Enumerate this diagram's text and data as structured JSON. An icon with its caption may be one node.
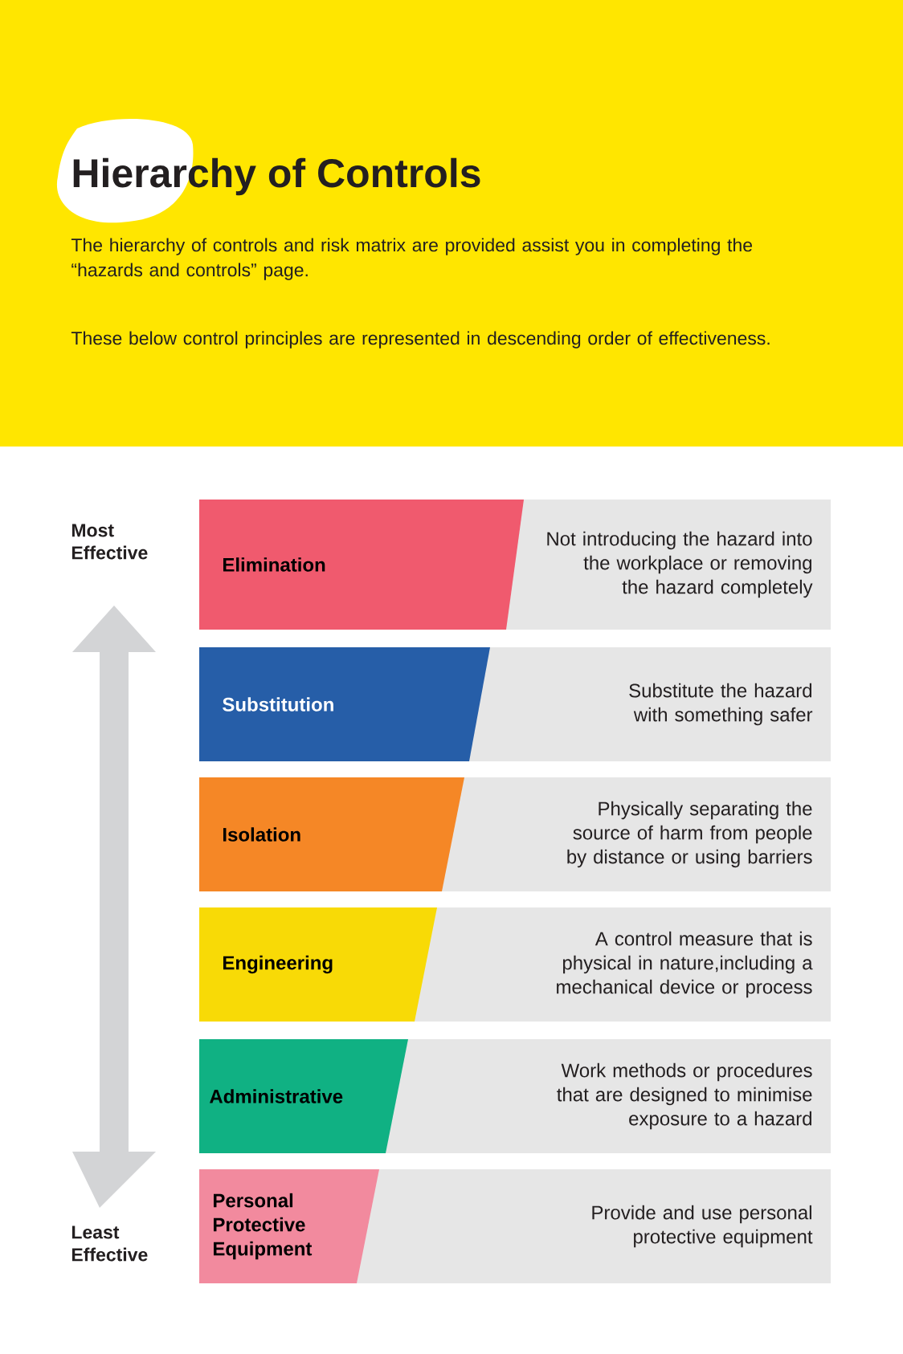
{
  "diagram": {
    "title": "Hierarchy of Controls",
    "nodes": [
      {
        "text": [
          "Elimination"
        ]
      },
      {
        "text": [
          "Not introducing the hazard into the workplace or removing the hazard completely"
        ]
      },
      {
        "text": [
          "Substitution"
        ]
      },
      {
        "text": [
          "Substitute the hazard with something safer"
        ]
      },
      {
        "text": [
          "Isolation"
        ]
      },
      {
        "text": [
          "Physically separating the source of harm from people by distance or using barriers"
        ]
      },
      {
        "text": [
          "Engineering"
        ]
      },
      {
        "text": [
          "A control measure that is physical in nature,including a mechanical device or process"
        ]
      },
      {
        "text": [
          "Administrative"
        ]
      },
      {
        "text": [
          "Work methods or procedures that are designed to minimise exposure to a hazard"
        ]
      },
      {
        "text": [
          "Personal Protective Equipment"
        ]
      },
      {
        "text": [
          "Provide and use personal protective equipment"
        ]
      }
    ],
    "labels": [
      "The hierarchy of controls and risk matrix are provided assist you in completing the “hazards and controls” page.",
      "These below control principles are represented in descending order of effectiveness.",
      "Most Effective",
      "Least Effective"
    ]
  }
}
